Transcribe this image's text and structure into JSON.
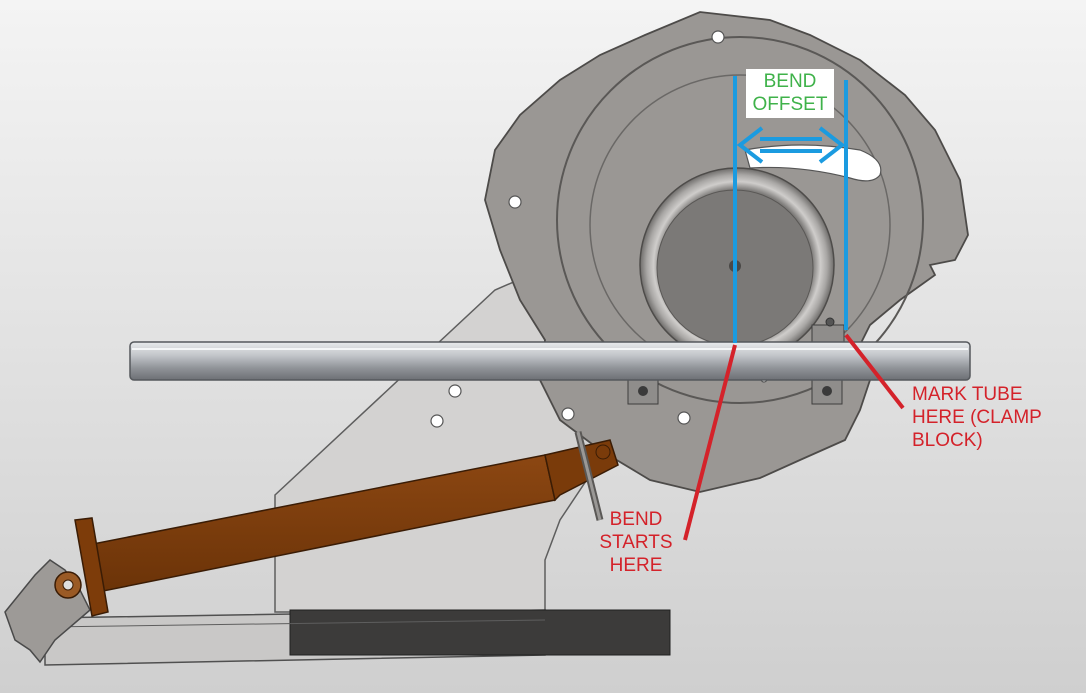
{
  "colors": {
    "background_top": "#f3f3f3",
    "background_bottom": "#d2d2d2",
    "plate": "#9b9895",
    "plate_dark": "#8c8986",
    "die": "#7c7a78",
    "tube": "#b9bcc0",
    "cylinder": "#7f3e0b",
    "guide_lines": "#1b9be0",
    "offset_text": "#3fb24a",
    "callout": "#d4222a"
  },
  "labels": {
    "bend_offset": [
      "BEND",
      "OFFSET"
    ],
    "bend_starts": [
      "BEND",
      "STARTS",
      "HERE"
    ],
    "mark_tube": [
      "MARK TUBE",
      "HERE (CLAMP",
      "BLOCK)"
    ]
  }
}
